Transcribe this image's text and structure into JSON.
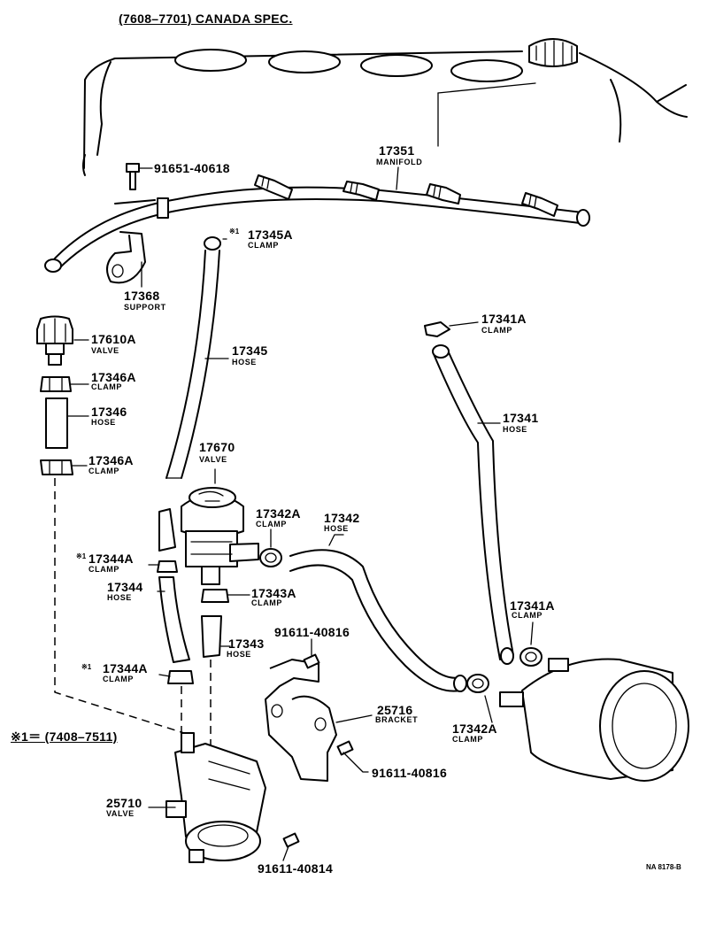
{
  "header": {
    "title": "(7608–7701) CANADA SPEC."
  },
  "note": {
    "text": "※1＝ (7408–7511)"
  },
  "parts": {
    "p91651": {
      "number": "91651-40618"
    },
    "p17351": {
      "number": "17351",
      "name": "MANIFOLD"
    },
    "p17368": {
      "number": "17368",
      "name": "SUPPORT"
    },
    "p17345A": {
      "mark": "※1",
      "number": "17345A",
      "name": "CLAMP"
    },
    "p17610A": {
      "number": "17610A",
      "name": "VALVE"
    },
    "p17346A_top": {
      "number": "17346A",
      "name": "CLAMP"
    },
    "p17346": {
      "number": "17346",
      "name": "HOSE"
    },
    "p17346A_bot": {
      "number": "17346A",
      "name": "CLAMP"
    },
    "p17345": {
      "number": "17345",
      "name": "HOSE"
    },
    "p17341A_top": {
      "number": "17341A",
      "name": "CLAMP"
    },
    "p17341": {
      "number": "17341",
      "name": "HOSE"
    },
    "p17670": {
      "number": "17670",
      "name": "VALVE"
    },
    "p17342A_top": {
      "number": "17342A",
      "name": "CLAMP"
    },
    "p17342": {
      "number": "17342",
      "name": "HOSE"
    },
    "p17344A_top": {
      "mark": "※1",
      "number": "17344A",
      "name": "CLAMP"
    },
    "p17343A": {
      "number": "17343A",
      "name": "CLAMP"
    },
    "p17344": {
      "number": "17344",
      "name": "HOSE"
    },
    "p17343": {
      "number": "17343",
      "name": "HOSE"
    },
    "p91611_top": {
      "number": "91611-40816"
    },
    "p17341A_bot": {
      "number": "17341A",
      "name": "CLAMP"
    },
    "p17344A_bot": {
      "mark": "※1",
      "number": "17344A",
      "name": "CLAMP"
    },
    "p25716": {
      "number": "25716",
      "name": "BRACKET"
    },
    "p17342A_bot": {
      "number": "17342A",
      "name": "CLAMP"
    },
    "p91611_bot": {
      "number": "91611-40816"
    },
    "p25710": {
      "number": "25710",
      "name": "VALVE"
    },
    "p91611_40814": {
      "number": "91611-40814"
    }
  },
  "figure_code": "NA 8178-B"
}
